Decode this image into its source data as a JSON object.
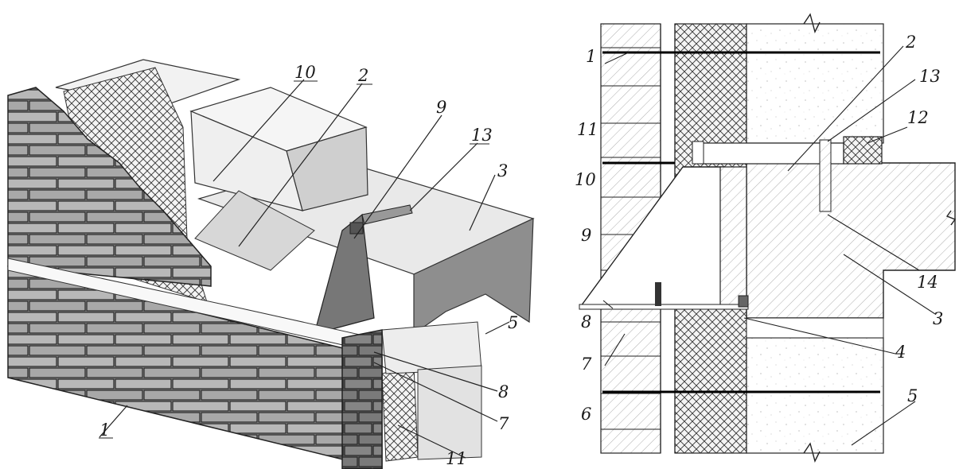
{
  "left_figure": {
    "callouts": {
      "c1": "1",
      "c2": "2",
      "c3": "3",
      "c5": "5",
      "c7": "7",
      "c8": "8",
      "c9": "9",
      "c10": "10",
      "c11": "11",
      "c13": "13"
    }
  },
  "right_figure": {
    "callouts": {
      "c1": "1",
      "c2": "2",
      "c3": "3",
      "c4": "4",
      "c5": "5",
      "c6": "6",
      "c7": "7",
      "c8": "8",
      "c9": "9",
      "c10": "10",
      "c11": "11",
      "c12": "12",
      "c13": "13",
      "c14": "14"
    }
  }
}
